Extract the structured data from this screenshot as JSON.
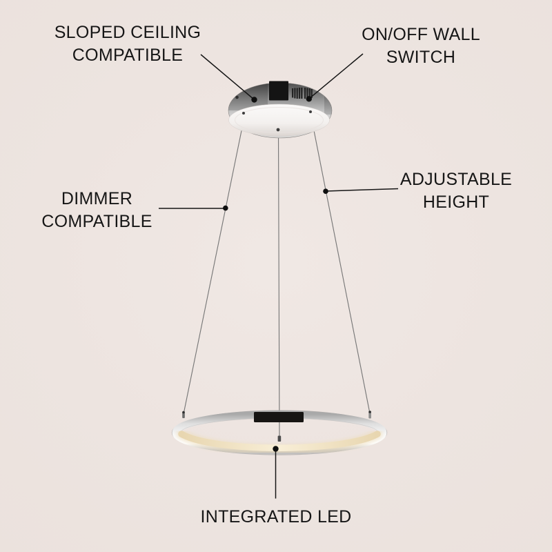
{
  "annotations": {
    "sloped_ceiling": {
      "label": "SLOPED CEILING\nCOMPATIBLE"
    },
    "wall_switch": {
      "label": "ON/OFF WALL\nSWITCH"
    },
    "dimmer": {
      "label": "DIMMER\nCOMPATIBLE"
    },
    "adjustable_height": {
      "label": "ADJUSTABLE\nHEIGHT"
    },
    "integrated_led": {
      "label": "INTEGRATED LED"
    }
  },
  "colors": {
    "background": "#ede4e0",
    "text": "#161616",
    "callout_line": "#151515",
    "chrome_highlight": "#f8f8f8",
    "chrome_shadow": "#a9a9a9",
    "led_glow": "#f3e6c6",
    "cable": "#787878",
    "junction_box": "#141414"
  }
}
